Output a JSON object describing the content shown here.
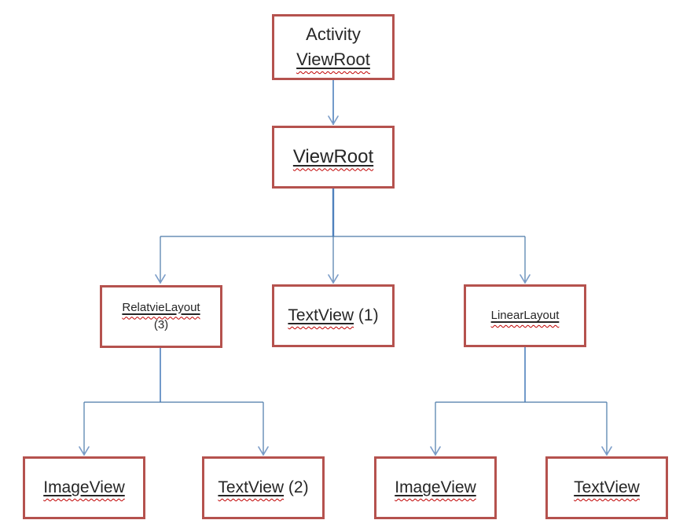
{
  "nodes": {
    "activity": {
      "line1": "Activity",
      "line2": "ViewRoot"
    },
    "viewroot": {
      "label": "ViewRoot"
    },
    "relativelayout": {
      "label": "RelatvieLayout",
      "suffix": "(3)"
    },
    "textview1": {
      "label": "TextView",
      "suffix": " (1)"
    },
    "linearlayout": {
      "label": "LinearLayout"
    },
    "imageview_left": {
      "label": "ImageView"
    },
    "textview2": {
      "label": "TextView",
      "suffix": " (2)"
    },
    "imageview_right": {
      "label": "ImageView"
    },
    "textview_right": {
      "label": "TextView"
    }
  },
  "edges": [
    {
      "from": "activity",
      "to": "viewroot"
    },
    {
      "from": "viewroot",
      "to": "relativelayout"
    },
    {
      "from": "viewroot",
      "to": "textview1"
    },
    {
      "from": "viewroot",
      "to": "linearlayout"
    },
    {
      "from": "relativelayout",
      "to": "imageview_left"
    },
    {
      "from": "relativelayout",
      "to": "textview2"
    },
    {
      "from": "linearlayout",
      "to": "imageview_right"
    },
    {
      "from": "linearlayout",
      "to": "textview_right"
    }
  ],
  "colors": {
    "box_border": "#b5524e",
    "box_fill": "#ffffff",
    "text": "#262626",
    "squiggle": "#c00000",
    "connector": "#4f81bd",
    "connector_thin": "#4a79a8",
    "arrow": "#7d9ec9"
  }
}
